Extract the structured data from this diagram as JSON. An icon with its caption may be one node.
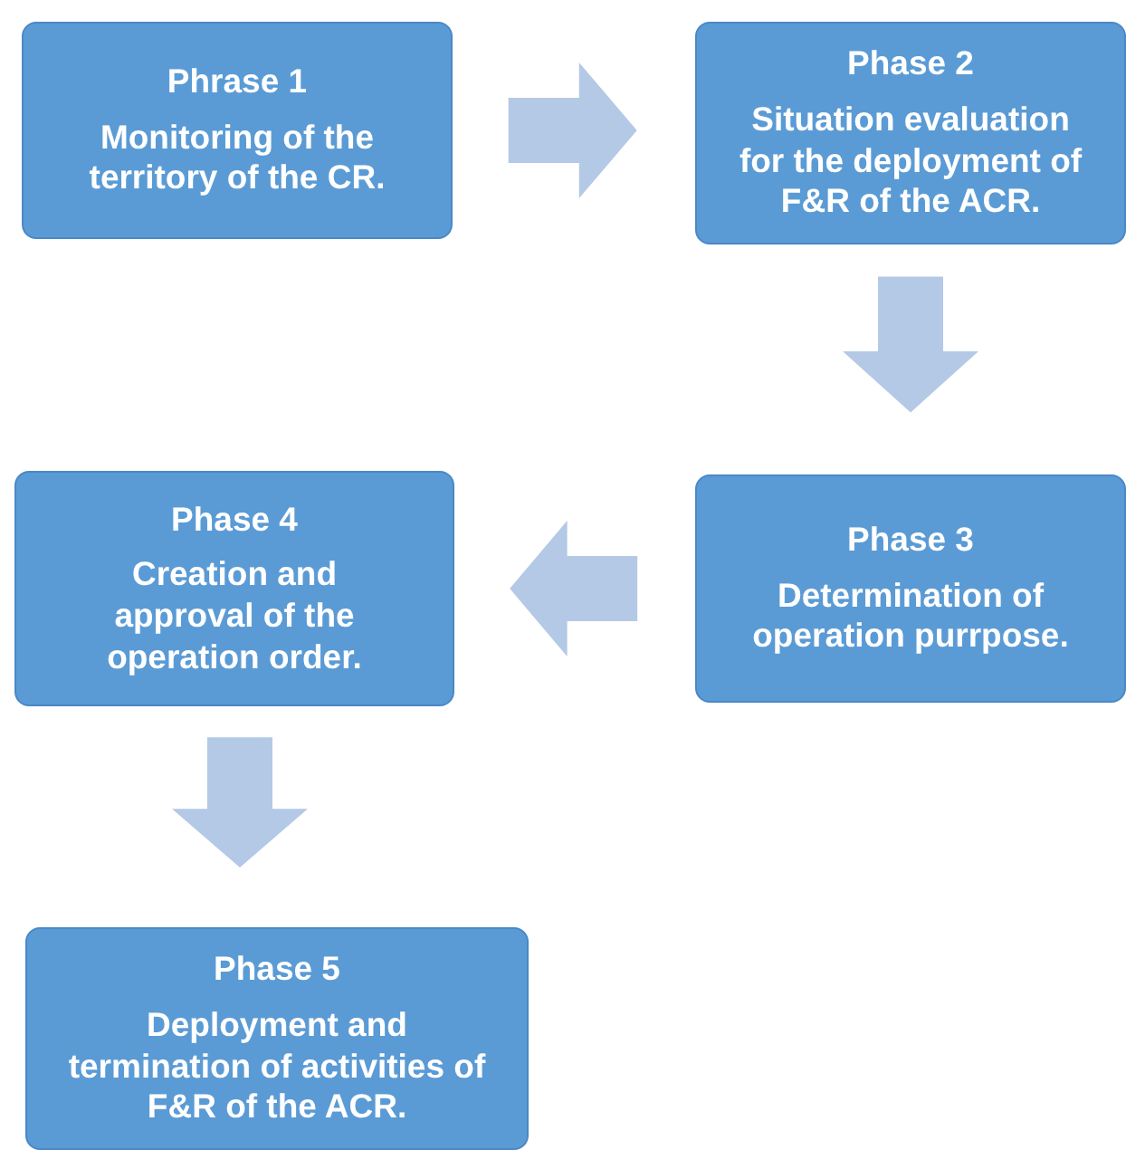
{
  "diagram": {
    "nodes": [
      {
        "text": [
          "Phrase 1",
          "Monitoring of the territory of the CR."
        ]
      },
      {
        "text": [
          "Phase 2",
          "Situation evaluation for the deployment of F&R of the ACR."
        ]
      },
      {
        "text": [
          "Phase 3",
          "Determination of operation purrpose."
        ]
      },
      {
        "text": [
          "Phase 4",
          "Creation and approval of the operation order."
        ]
      },
      {
        "text": [
          "Phase 5",
          "Deployment and termination of activities of F&R of the ACR."
        ]
      }
    ],
    "edges": [
      {
        "from": 0,
        "to": 1,
        "arrow": "to"
      },
      {
        "from": 1,
        "to": 2,
        "arrow": "to"
      },
      {
        "from": 2,
        "to": 3,
        "arrow": "to"
      },
      {
        "from": 3,
        "to": 4,
        "arrow": "to"
      }
    ]
  }
}
